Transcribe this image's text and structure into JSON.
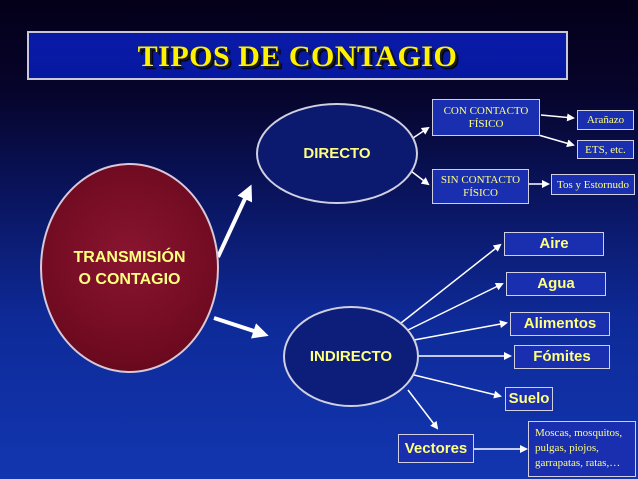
{
  "title": "TIPOS DE CONTAGIO",
  "main_node": {
    "line1": "TRANSMISIÓN",
    "line2": "O CONTAGIO"
  },
  "directo": {
    "label": "DIRECTO",
    "con_contacto": {
      "line1": "CON CONTACTO",
      "line2": "FÍSICO"
    },
    "sin_contacto": {
      "line1": "SIN CONTACTO",
      "line2": "FÍSICO"
    },
    "con_items": [
      "Arañazo",
      "ETS, etc."
    ],
    "sin_items": [
      "Tos y Estornudo"
    ]
  },
  "indirecto": {
    "label": "INDIRECTO",
    "items": [
      "Aire",
      "Agua",
      "Alimentos",
      "Fómites",
      "Suelo"
    ],
    "vectores": "Vectores",
    "vectores_examples": {
      "line1": "Moscas, mosquitos,",
      "line2": "pulgas, piojos,",
      "line3": "garrapatas, ratas,…"
    }
  },
  "colors": {
    "title_text": "#fff200",
    "node_text": "#ffff80",
    "main_node_fill": "#6e0a20",
    "box_fill": "#1a2fb0"
  }
}
